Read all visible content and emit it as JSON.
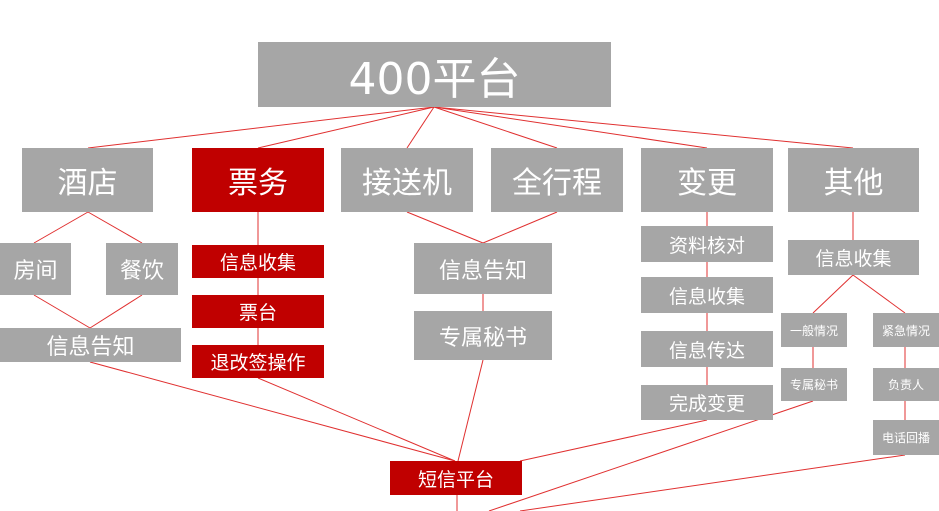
{
  "diagram": {
    "root": "400平台",
    "categories": {
      "hotel": "酒店",
      "ticket": "票务",
      "transfer": "接送机",
      "full_trip": "全行程",
      "change": "变更",
      "other": "其他"
    },
    "hotel_items": {
      "room": "房间",
      "dining": "餐饮",
      "notice": "信息告知"
    },
    "ticket_items": {
      "collect": "信息收集",
      "counter": "票台",
      "refund": "退改签操作"
    },
    "transfer_items": {
      "notice": "信息告知",
      "secretary": "专属秘书"
    },
    "change_items": {
      "verify": "资料核对",
      "collect": "信息收集",
      "relay": "信息传达",
      "complete": "完成变更"
    },
    "other_items": {
      "collect": "信息收集",
      "general": "一般情况",
      "urgent": "紧急情况",
      "secretary": "专属秘书",
      "responsible": "负责人",
      "callback": "电话回播"
    },
    "sms": "短信平台"
  },
  "colors": {
    "gray": "#a6a6a6",
    "red": "#c00000",
    "line": "#e03030"
  }
}
